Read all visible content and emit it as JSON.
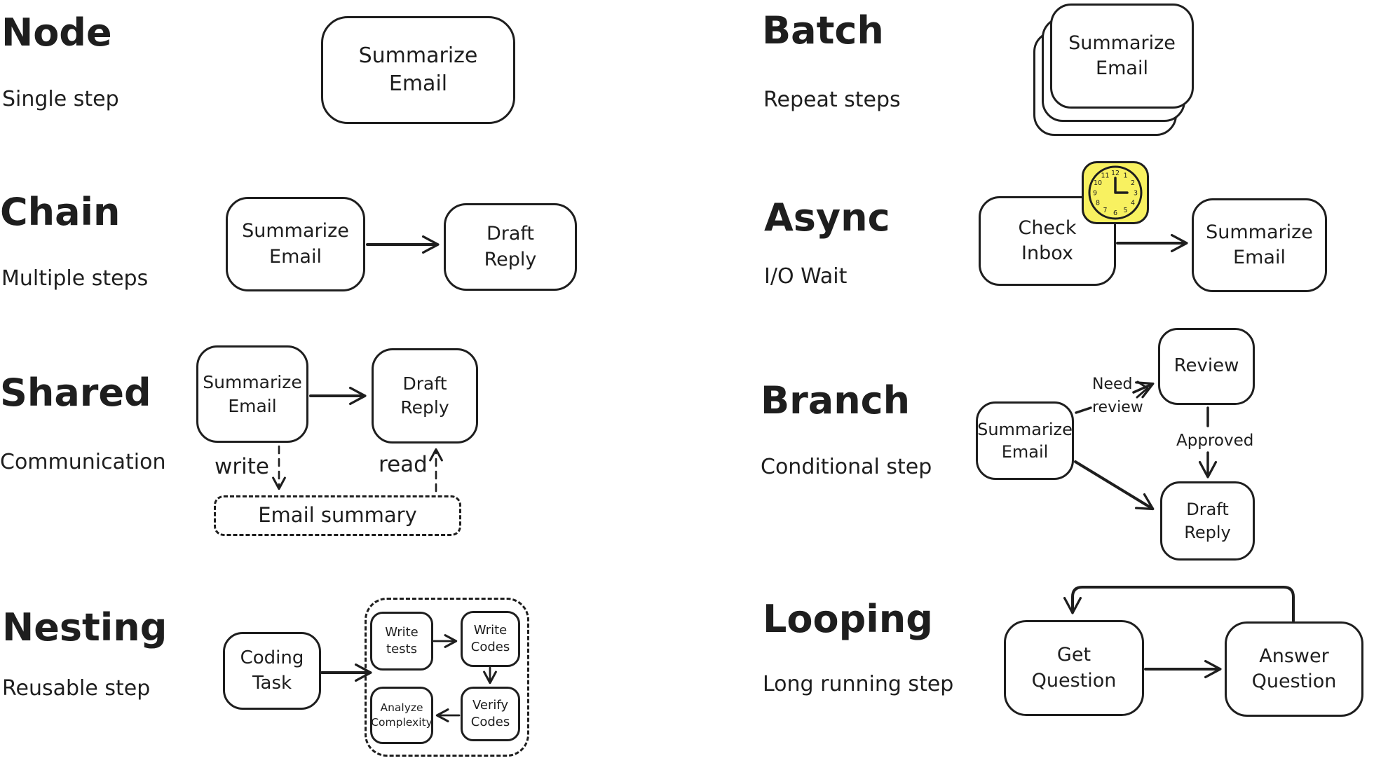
{
  "canvas": {
    "bg": "#ffffff",
    "ink": "#1e1e1e",
    "highlight_yellow": "#f8f160"
  },
  "patterns": {
    "node": {
      "title": "Node",
      "subtitle": "Single step",
      "nodes": {
        "a": "Summarize\nEmail"
      }
    },
    "chain": {
      "title": "Chain",
      "subtitle": "Multiple steps",
      "nodes": {
        "a": "Summarize\nEmail",
        "b": "Draft\nReply"
      }
    },
    "shared": {
      "title": "Shared",
      "subtitle": "Communication",
      "nodes": {
        "a": "Summarize\nEmail",
        "b": "Draft\nReply",
        "store": "Email summary"
      },
      "edge_labels": {
        "write": "write",
        "read": "read"
      }
    },
    "nesting": {
      "title": "Nesting",
      "subtitle": "Reusable step",
      "nodes": {
        "parent": "Coding\nTask",
        "sub_1": "Write\ntests",
        "sub_2": "Write\nCodes",
        "sub_3": "Verify\nCodes",
        "sub_4": "Analyze\nComplexity"
      }
    },
    "batch": {
      "title": "Batch",
      "subtitle": "Repeat steps",
      "nodes": {
        "a": "Summarize\nEmail"
      }
    },
    "async": {
      "title": "Async",
      "subtitle": "I/O Wait",
      "nodes": {
        "a": "Check\nInbox",
        "b": "Summarize\nEmail"
      },
      "clock_numbers": [
        "1",
        "2",
        "3",
        "4",
        "5",
        "6",
        "7",
        "8",
        "9",
        "10",
        "11",
        "12"
      ]
    },
    "branch": {
      "title": "Branch",
      "subtitle": "Conditional step",
      "nodes": {
        "a": "Summarize\nEmail",
        "review": "Review",
        "reply": "Draft\nReply"
      },
      "edge_labels": {
        "need_review": "Need\nreview",
        "approved": "Approved"
      }
    },
    "looping": {
      "title": "Looping",
      "subtitle": "Long running step",
      "nodes": {
        "a": "Get\nQuestion",
        "b": "Answer\nQuestion"
      }
    }
  }
}
